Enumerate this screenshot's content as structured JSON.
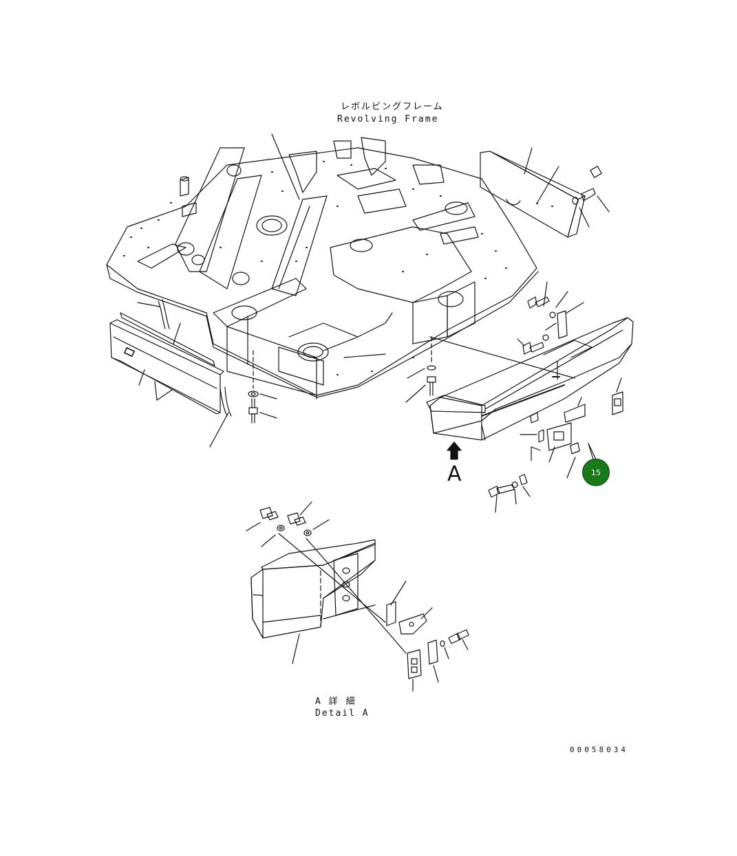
{
  "labels": {
    "revolving_frame_jp": "レボルビングフレーム",
    "revolving_frame_en": "Revolving Frame",
    "view_arrow_letter": "A",
    "detail_jp": "A 詳 細",
    "detail_en": "Detail A",
    "document_number": "00058034"
  },
  "callouts": [
    {
      "number": "15",
      "color": "#1a7a1a"
    }
  ]
}
